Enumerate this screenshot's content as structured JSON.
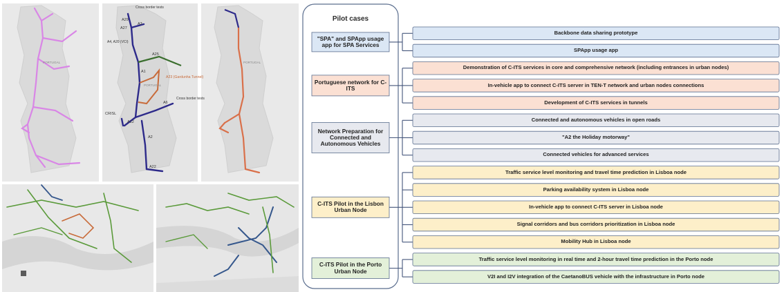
{
  "maps": {
    "a29": "A29",
    "a3": "A3",
    "a27": "A27",
    "a4_a20": "A4, A20\n(VCI)",
    "a25": "A25",
    "a1": "A1",
    "a23": "A23 (Gardunha\nTunnel)",
    "a12": "A12",
    "a6": "A6",
    "a2": "A2",
    "a22": "A22",
    "cross_border_top": "Cross border\ntests",
    "cross_border_right": "Cross border\ntests",
    "crisl": "CRISL",
    "portugal_1": "PORTUGAL",
    "portugal_2": "PORTUGAL",
    "portugal_3": "PORTUGAL"
  },
  "diagram": {
    "title": "Pilot cases",
    "colors": {
      "blue": "#dbe7f5",
      "orange": "#fbe0d3",
      "grey": "#e7e9ef",
      "yellow": "#fdefc9",
      "green": "#e3f0d9",
      "border": "#5a6d8e",
      "connector": "#43547a"
    },
    "groups": [
      {
        "label": "\"SPA\" and SPApp usage app for SPA Services",
        "color": "blue",
        "items": [
          "Backbone data sharing prototype",
          "SPApp usage app"
        ]
      },
      {
        "label": "Portuguese network for C-ITS",
        "color": "orange",
        "items": [
          "Demonstration of C-ITS services in core and comprehensive network (including entrances in urban nodes)",
          "In-vehicle app to connect C-ITS server in TEN-T network and urban nodes connections",
          "Development of C-ITS services in tunnels"
        ]
      },
      {
        "label": "Network Preparation for Connected and Autonomous Vehicles",
        "color": "grey",
        "items": [
          "Connected and autonomous vehicles in open roads",
          "\"A2 the Holiday motorway\"",
          "Connected vehicles for advanced services"
        ]
      },
      {
        "label": "C-ITS Pilot in the Lisbon Urban Node",
        "color": "yellow",
        "items": [
          "Traffic service level monitoring and travel time prediction in Lisboa node",
          "Parking availability system in Lisboa node",
          "In-vehicle app to connect C-ITS server in Lisboa node",
          "Signal corridors and bus corridors prioritization in Lisboa node",
          "Mobility Hub in Lisboa node"
        ]
      },
      {
        "label": "C-ITS Pilot in the Porto Urban Node",
        "color": "green",
        "items": [
          "Traffic service level monitoring in real time and 2-hour travel time prediction in the Porto node",
          "V2I and I2V integration of the CaetanoBUS vehicle with the infrastructure in Porto node"
        ]
      }
    ]
  }
}
